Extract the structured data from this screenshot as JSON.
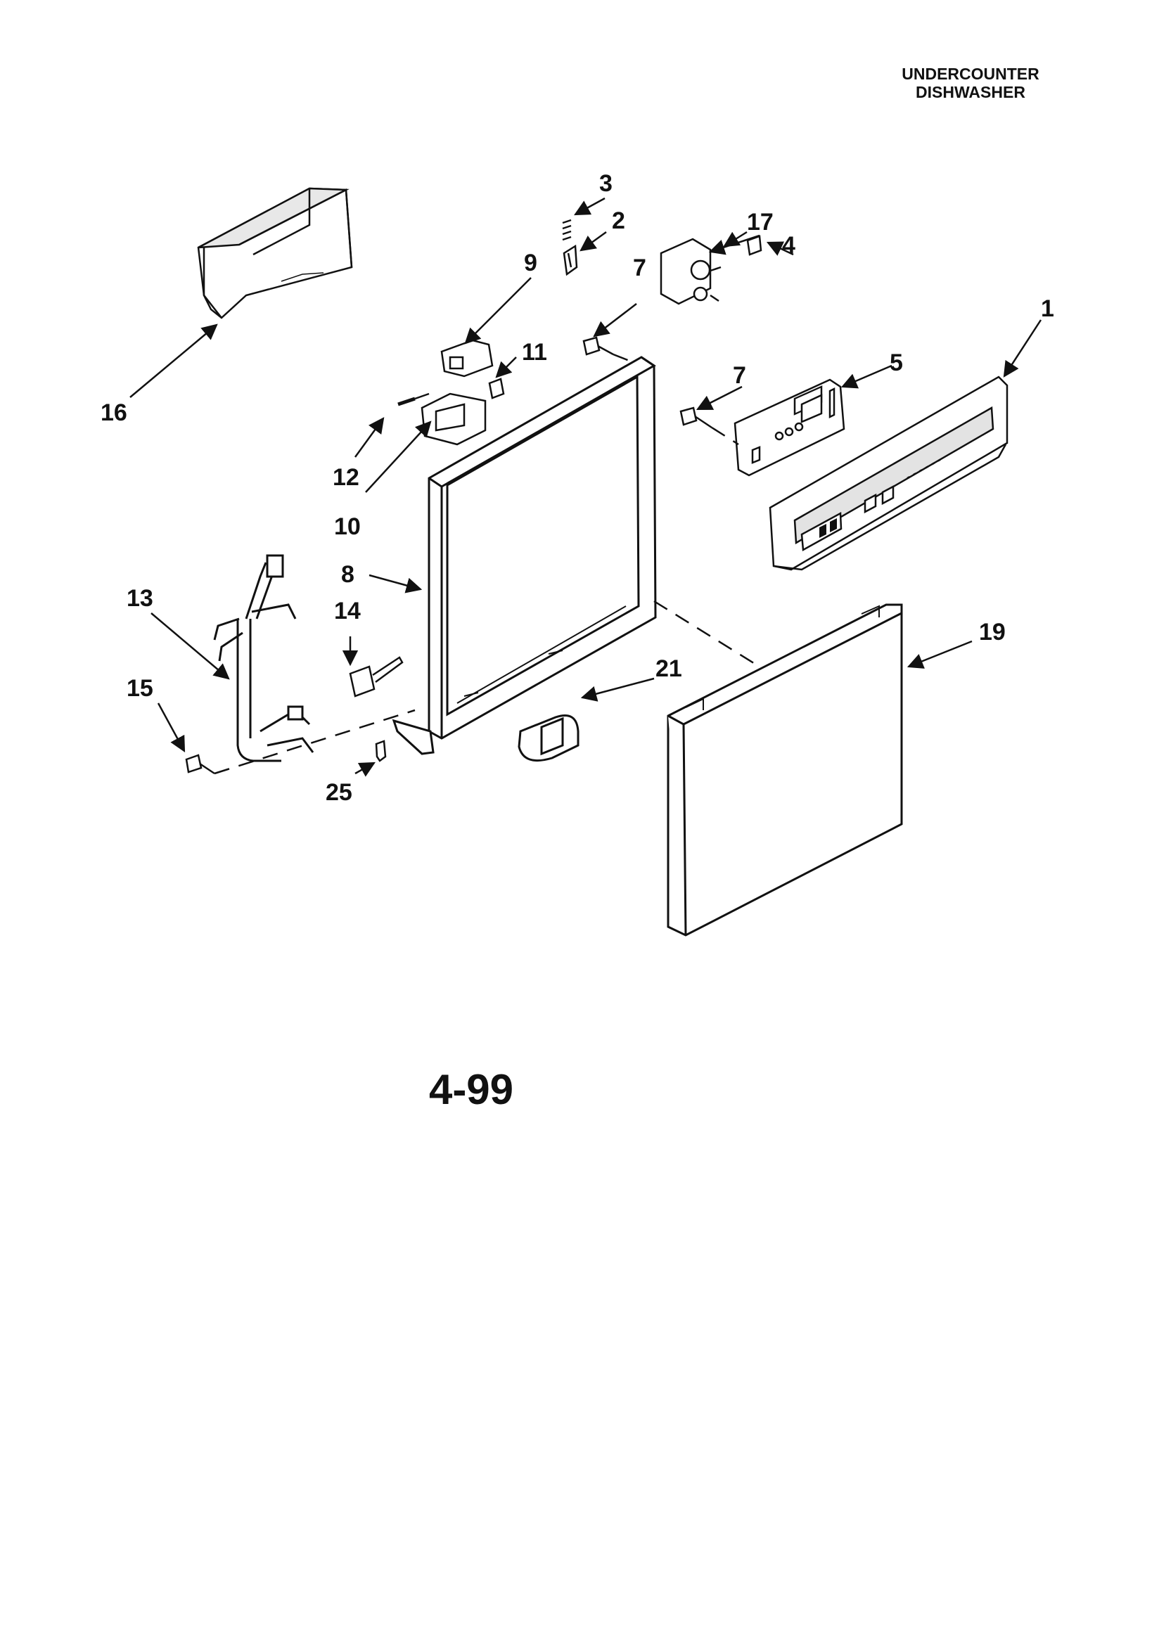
{
  "header": {
    "line1": "UNDERCOUNTER",
    "line2": "DISHWASHER"
  },
  "callouts": {
    "c1": "1",
    "c2": "2",
    "c3": "3",
    "c4": "4",
    "c5": "5",
    "c7a": "7",
    "c7b": "7",
    "c8": "8",
    "c9": "9",
    "c10": "10",
    "c11": "11",
    "c12": "12",
    "c13": "13",
    "c14": "14",
    "c15": "15",
    "c16": "16",
    "c17": "17",
    "c19": "19",
    "c21": "21",
    "c25": "25"
  },
  "page_number": "4-99",
  "colors": {
    "ink": "#111111",
    "paper": "#ffffff",
    "panel": "#d4d4d4"
  }
}
